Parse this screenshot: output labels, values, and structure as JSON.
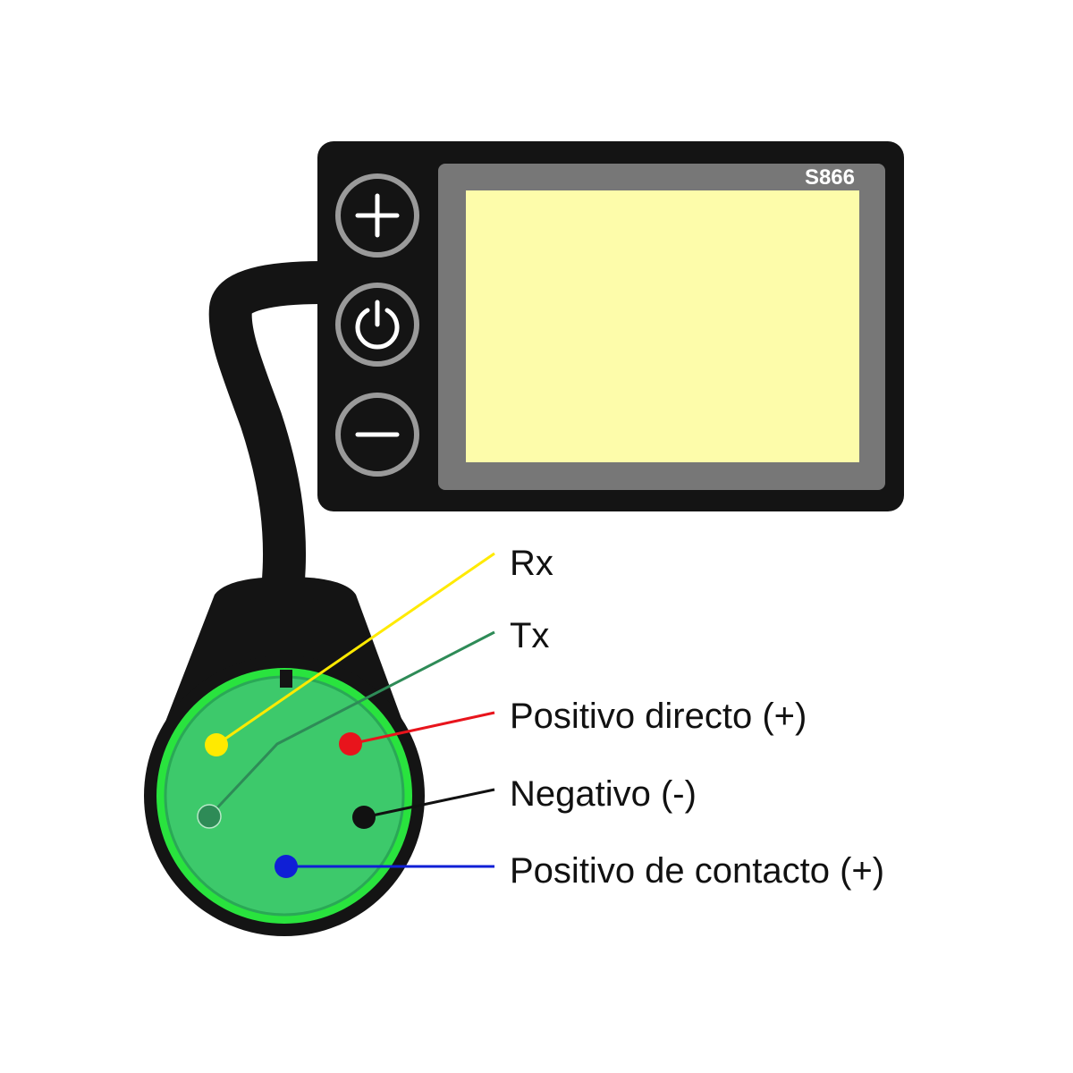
{
  "display": {
    "model": "S866",
    "screen_color": "#fdfcaa",
    "bezel_color": "#777777",
    "body_color": "#141414",
    "buttons": [
      {
        "id": "plus",
        "icon": "plus-icon"
      },
      {
        "id": "power",
        "icon": "power-icon"
      },
      {
        "id": "minus",
        "icon": "minus-icon"
      }
    ]
  },
  "connector": {
    "face_color": "#3dc96b",
    "ring_color": "#29e33e"
  },
  "pins": [
    {
      "label": "Rx",
      "color": "#ffea00"
    },
    {
      "label": "Tx",
      "color": "#2e8b57"
    },
    {
      "label": "Positivo directo (+)",
      "color": "#e8141c"
    },
    {
      "label": "Negativo (-)",
      "color": "#111111"
    },
    {
      "label": "Positivo de contacto (+)",
      "color": "#0f1fd6"
    }
  ]
}
